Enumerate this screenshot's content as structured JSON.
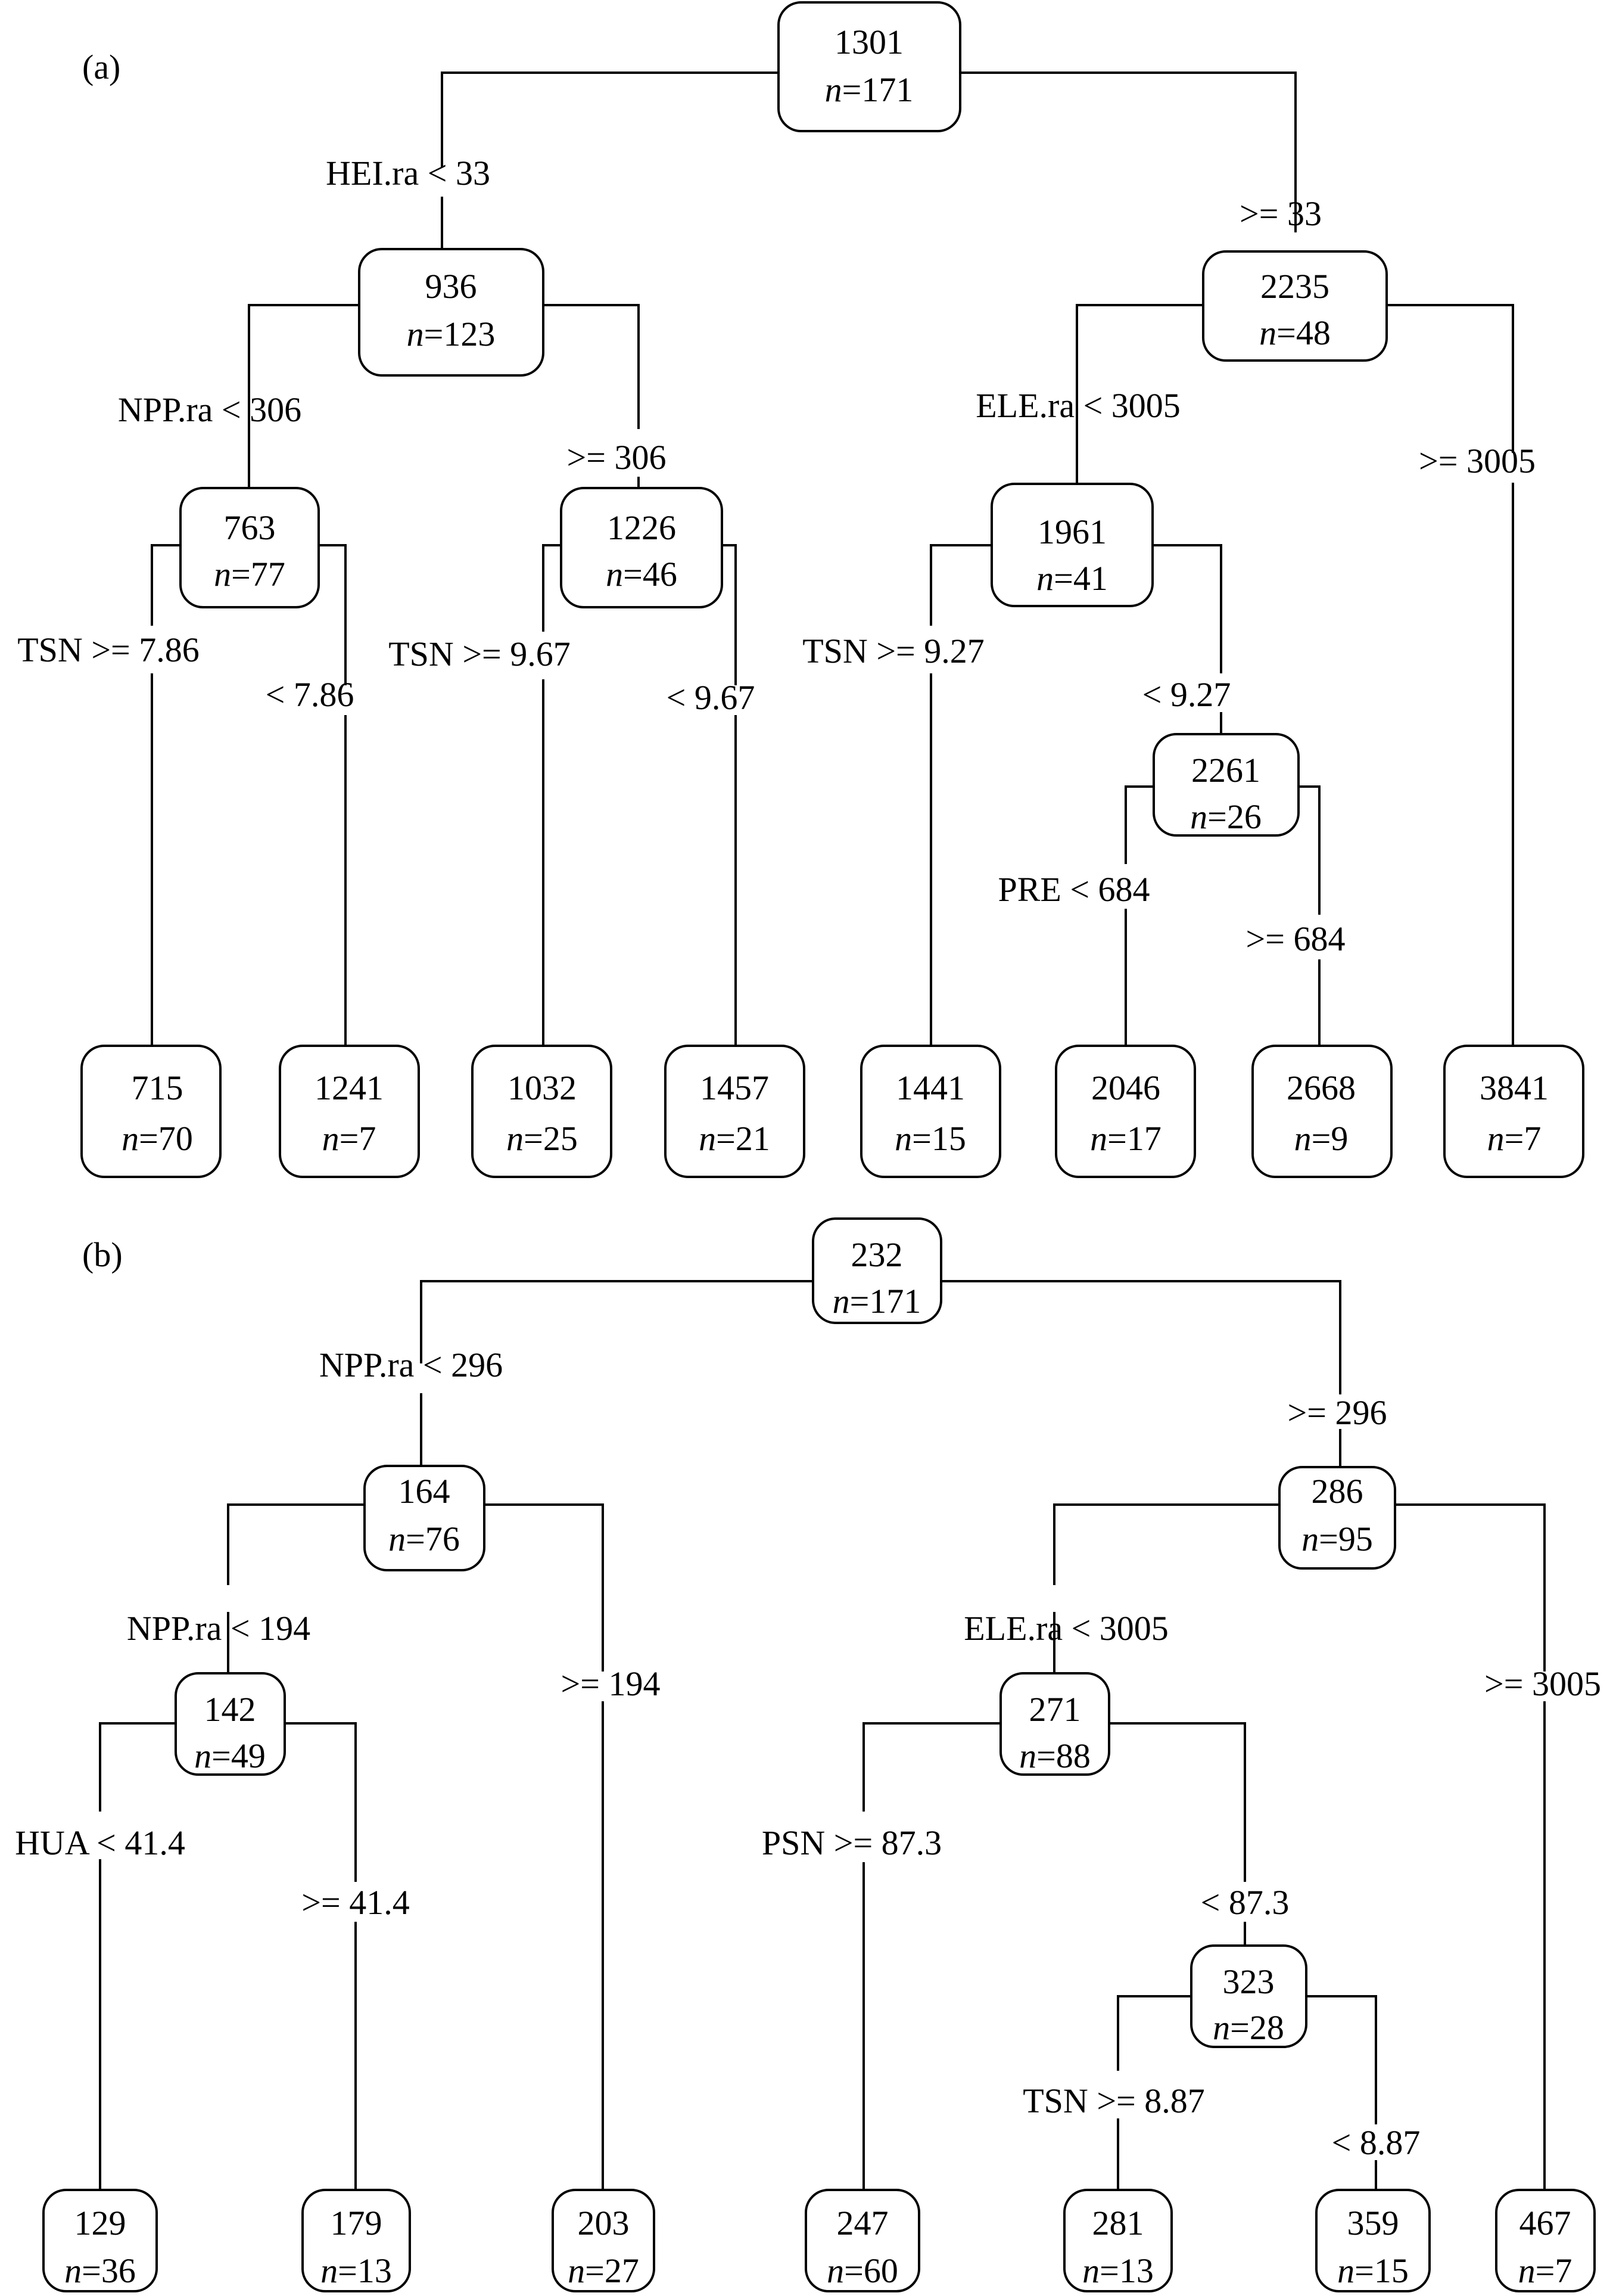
{
  "panels": [
    {
      "label": "(a)",
      "nodes": [
        {
          "id": "a0",
          "value": "1301",
          "n": "171"
        },
        {
          "id": "a1",
          "value": "936",
          "n": "123"
        },
        {
          "id": "a2",
          "value": "2235",
          "n": "48"
        },
        {
          "id": "a3",
          "value": "763",
          "n": "77"
        },
        {
          "id": "a4",
          "value": "1226",
          "n": "46"
        },
        {
          "id": "a5",
          "value": "1961",
          "n": "41"
        },
        {
          "id": "a6",
          "value": "2261",
          "n": "26"
        },
        {
          "id": "a7",
          "value": "715",
          "n": "70"
        },
        {
          "id": "a8",
          "value": "1241",
          "n": "7"
        },
        {
          "id": "a9",
          "value": "1032",
          "n": "25"
        },
        {
          "id": "a10",
          "value": "1457",
          "n": "21"
        },
        {
          "id": "a11",
          "value": "1441",
          "n": "15"
        },
        {
          "id": "a12",
          "value": "2046",
          "n": "17"
        },
        {
          "id": "a13",
          "value": "2668",
          "n": "9"
        },
        {
          "id": "a14",
          "value": "3841",
          "n": "7"
        }
      ],
      "splits": [
        {
          "id": "as0",
          "left": "HEI.ra < 33",
          "right": ">= 33"
        },
        {
          "id": "as1",
          "left": "NPP.ra < 306",
          "right": ">= 306"
        },
        {
          "id": "as2",
          "left": "ELE.ra < 3005",
          "right": ">= 3005"
        },
        {
          "id": "as3",
          "left": "TSN >= 7.86",
          "right": "< 7.86"
        },
        {
          "id": "as4",
          "left": "TSN >= 9.67",
          "right": "< 9.67"
        },
        {
          "id": "as5",
          "left": "TSN >= 9.27",
          "right": "< 9.27"
        },
        {
          "id": "as6",
          "left": "PRE < 684",
          "right": ">= 684"
        }
      ]
    },
    {
      "label": "(b)",
      "nodes": [
        {
          "id": "b0",
          "value": "232",
          "n": "171"
        },
        {
          "id": "b1",
          "value": "164",
          "n": "76"
        },
        {
          "id": "b2",
          "value": "286",
          "n": "95"
        },
        {
          "id": "b3",
          "value": "142",
          "n": "49"
        },
        {
          "id": "b4",
          "value": "271",
          "n": "88"
        },
        {
          "id": "b5",
          "value": "323",
          "n": "28"
        },
        {
          "id": "b6",
          "value": "129",
          "n": "36"
        },
        {
          "id": "b7",
          "value": "179",
          "n": "13"
        },
        {
          "id": "b8",
          "value": "203",
          "n": "27"
        },
        {
          "id": "b9",
          "value": "247",
          "n": "60"
        },
        {
          "id": "b10",
          "value": "281",
          "n": "13"
        },
        {
          "id": "b11",
          "value": "359",
          "n": "15"
        },
        {
          "id": "b12",
          "value": "467",
          "n": "7"
        }
      ],
      "splits": [
        {
          "id": "bs0",
          "left": "NPP.ra < 296",
          "right": ">= 296"
        },
        {
          "id": "bs1",
          "left": "NPP.ra < 194",
          "right": ">= 194"
        },
        {
          "id": "bs2",
          "left": "ELE.ra < 3005",
          "right": ">= 3005"
        },
        {
          "id": "bs3",
          "left": "HUA < 41.4",
          "right": ">= 41.4"
        },
        {
          "id": "bs4",
          "left": "PSN >= 87.3",
          "right": "< 87.3"
        },
        {
          "id": "bs5",
          "left": "TSN >= 8.87",
          "right": "< 8.87"
        }
      ]
    }
  ]
}
